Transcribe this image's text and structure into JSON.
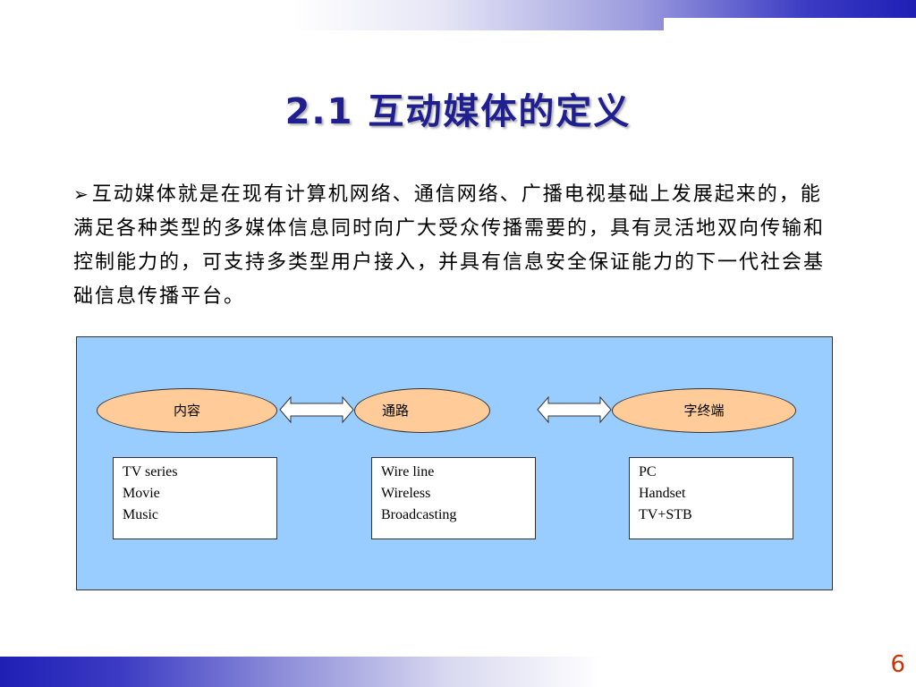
{
  "slide": {
    "title": "2.1  互动媒体的定义",
    "bullet_marker": "➢",
    "bullet_text": "互动媒体就是在现有计算机网络、通信网络、广播电视基础上发展起来的，能满足各种类型的多媒体信息同时向广大受众传播需要的，具有灵活地双向传输和控制能力的，可支持多类型用户接入，并具有信息安全保证能力的下一代社会基础信息传播平台。",
    "page_number": "6"
  },
  "diagram": {
    "nodes": [
      {
        "label": "内容",
        "items": [
          "TV series",
          "Movie",
          "Music"
        ]
      },
      {
        "label": "通路",
        "items": [
          "Wire line",
          "Wireless",
          "Broadcasting"
        ]
      },
      {
        "label": "字终端",
        "items": [
          "PC",
          "Handset",
          "TV+STB"
        ]
      }
    ],
    "colors": {
      "panel": "#99ccff",
      "oval": "#ffcc99",
      "title": "#1f1f8f",
      "page_number": "#cc3300"
    }
  }
}
